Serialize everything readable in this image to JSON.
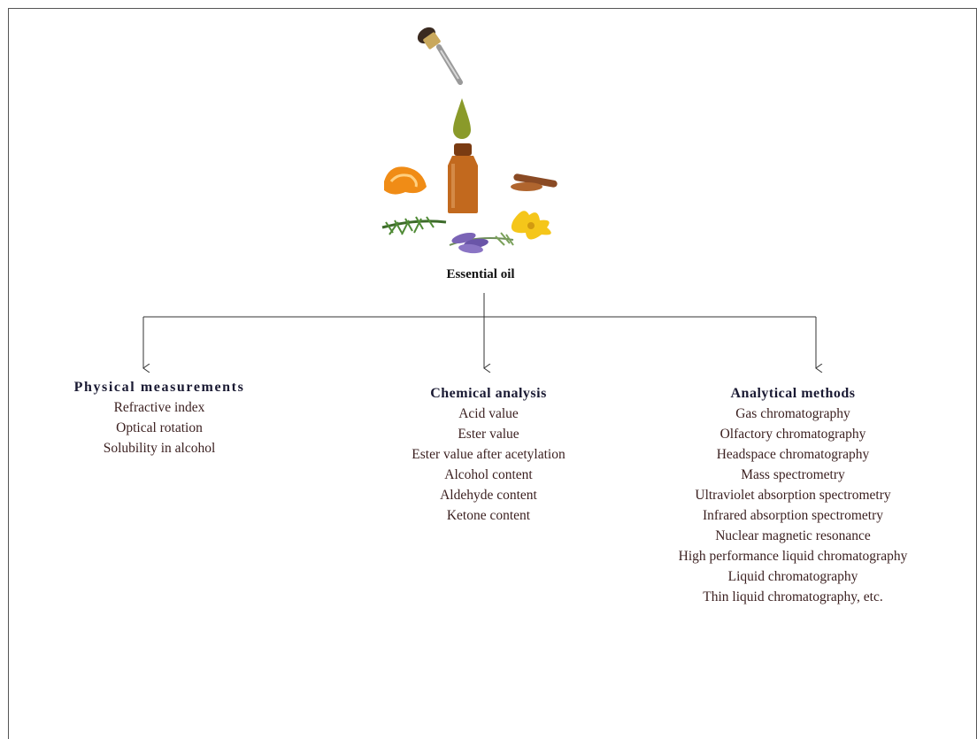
{
  "root": {
    "label": "Essential oil"
  },
  "branches": [
    {
      "heading": "Physical measurements",
      "items": [
        "Refractive index",
        "Optical rotation",
        "Solubility in alcohol"
      ]
    },
    {
      "heading": "Chemical analysis",
      "items": [
        "Acid value",
        "Ester value",
        "Ester value after acetylation",
        "Alcohol content",
        "Aldehyde content",
        "Ketone content"
      ]
    },
    {
      "heading": "Analytical methods",
      "items": [
        "Gas chromatography",
        "Olfactory chromatography",
        "Headspace chromatography",
        "Mass spectrometry",
        "Ultraviolet absorption spectrometry",
        "Infrared absorption spectrometry",
        "Nuclear magnetic resonance",
        "High performance liquid chromatography",
        "Liquid chromatography",
        "Thin liquid chromatography, etc."
      ]
    }
  ],
  "colors": {
    "text": "#3a1f1f",
    "heading": "#1a1a33",
    "line": "#333333"
  }
}
